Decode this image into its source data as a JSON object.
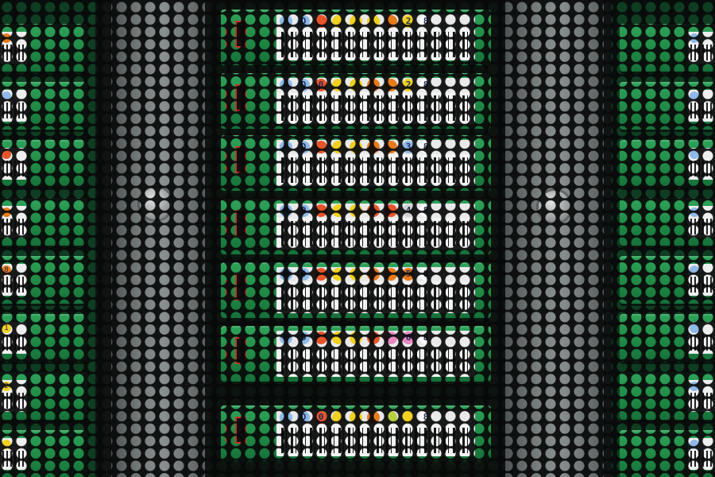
{
  "scene": {
    "description_colors": {
      "tray_green": "#1f8a45",
      "post_gray": "#7a7f7f",
      "mesh_black": "#080909",
      "label_white": "#f2f2f2",
      "accent_red": "#c8332a"
    },
    "center_column": {
      "trays": [
        {
          "marks": [
            "H",
            "D",
            "",
            "",
            "",
            "",
            "",
            "2",
            "8"
          ],
          "colors": [
            "#8fb9e8",
            "#8fb9e8",
            "#e8542a",
            "#f0d020",
            "#f0d020",
            "#f0d020",
            "#e87a1a",
            "#f0d020",
            "#ffffff"
          ]
        },
        {
          "marks": [
            "H",
            "D",
            "0",
            "",
            "",
            "",
            "",
            "2",
            "8"
          ],
          "colors": [
            "#8fb9e8",
            "#8fb9e8",
            "#e8542a",
            "#f0d020",
            "#f0d020",
            "#e87a1a",
            "#e87a1a",
            "#f0d020",
            "#ffffff"
          ]
        },
        {
          "marks": [
            "H",
            "D",
            "",
            "",
            "",
            "",
            "",
            "3",
            "8"
          ],
          "colors": [
            "#8fb9e8",
            "#8fb9e8",
            "#e8542a",
            "#f0d020",
            "#f0d020",
            "#e87a1a",
            "#e87a1a",
            "#8fb9e8",
            "#ffffff"
          ]
        },
        {
          "marks": [
            "H",
            "D",
            "",
            "",
            "",
            "",
            "",
            "4",
            "8"
          ],
          "colors": [
            "#8fb9e8",
            "#8fb9e8",
            "#e8542a",
            "#f0d020",
            "#f0d020",
            "#e8542a",
            "#e8542a",
            "#d0d0d0",
            "#ffffff"
          ]
        },
        {
          "marks": [
            "H",
            "D",
            "",
            "",
            "",
            "",
            "",
            "5",
            "8"
          ],
          "colors": [
            "#8fb9e8",
            "#8fb9e8",
            "#e8542a",
            "#f0d020",
            "#f0d020",
            "#e87a1a",
            "#e87a1a",
            "#e87a1a",
            "#ffffff"
          ]
        },
        {
          "marks": [
            "H",
            "D",
            "",
            "",
            "",
            "",
            "",
            "6",
            "8"
          ],
          "colors": [
            "#8fb9e8",
            "#8fb9e8",
            "#e8542a",
            "#f0d020",
            "#f0d020",
            "#e8542a",
            "#e888c0",
            "#e888c0",
            "#ffffff"
          ]
        },
        {
          "marks": [
            "H",
            "D",
            "0",
            "",
            "",
            "",
            "",
            "",
            "8"
          ],
          "colors": [
            "#8fb9e8",
            "#8fb9e8",
            "#e8542a",
            "#f0d020",
            "#f0d020",
            "#e87a1a",
            "#b8d040",
            "#f0d020",
            "#ffffff"
          ]
        }
      ]
    },
    "left_column": {
      "labels": [
        {
          "mark": "",
          "color": "#e87a1a"
        },
        {
          "mark": "",
          "color": "#8fb9e8"
        },
        {
          "mark": "",
          "color": "#e8542a"
        },
        {
          "mark": "",
          "color": "#e87a1a"
        },
        {
          "mark": "8",
          "color": "#e87a1a"
        },
        {
          "mark": "1",
          "color": "#f0d020"
        },
        {
          "mark": "2",
          "color": "#f0d020"
        },
        {
          "mark": "",
          "color": "#f0d020"
        }
      ]
    },
    "right_column": {
      "labels": [
        {
          "mark": "",
          "color": "#8fb9e8"
        },
        {
          "mark": "",
          "color": "#8fb9e8"
        },
        {
          "mark": "",
          "color": "#8fb9e8"
        },
        {
          "mark": "",
          "color": "#8fb9e8"
        },
        {
          "mark": "",
          "color": "#8fb9e8"
        },
        {
          "mark": "",
          "color": "#8fb9e8"
        },
        {
          "mark": "",
          "color": "#8fb9e8"
        },
        {
          "mark": "",
          "color": "#8fb9e8"
        }
      ]
    }
  }
}
